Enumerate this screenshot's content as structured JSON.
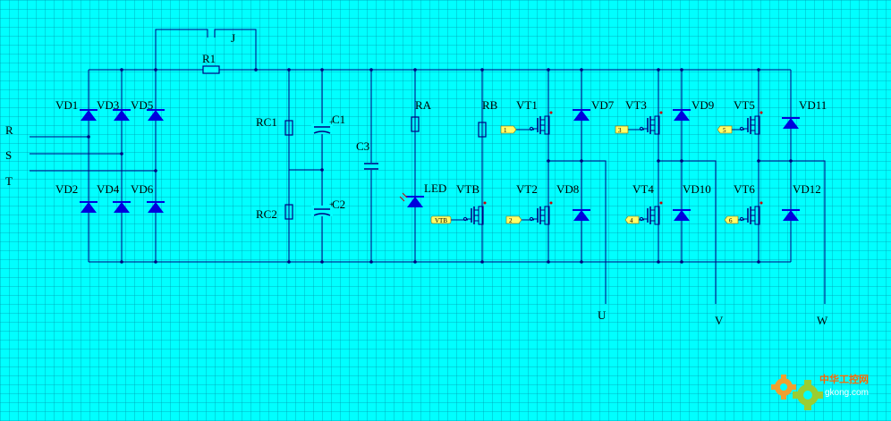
{
  "labels": {
    "R": "R",
    "S": "S",
    "T": "T",
    "R1": "R1",
    "J": "J",
    "VD1": "VD1",
    "VD2": "VD2",
    "VD3": "VD3",
    "VD4": "VD4",
    "VD5": "VD5",
    "VD6": "VD6",
    "RC1": "RC1",
    "RC2": "RC2",
    "C1": "C1",
    "C2": "C2",
    "C3": "C3",
    "RA": "RA",
    "RB": "RB",
    "LED": "LED",
    "VTB": "VTB",
    "VT1": "VT1",
    "VT2": "VT2",
    "VT3": "VT3",
    "VT4": "VT4",
    "VT5": "VT5",
    "VT6": "VT6",
    "VD7": "VD7",
    "VD8": "VD8",
    "VD9": "VD9",
    "VD10": "VD10",
    "VD11": "VD11",
    "VD12": "VD12",
    "U": "U",
    "V": "V",
    "W": "W"
  },
  "gate_tags": {
    "vtb": "VTB",
    "g1": "1",
    "g2": "2",
    "g3": "3",
    "g4": "4",
    "g5": "5",
    "g6": "6"
  },
  "watermark": {
    "brand": "中华工控网",
    "url": "gkong.com"
  },
  "colors": {
    "background": "#00ffff",
    "wire": "#000080",
    "component": "#0000dd",
    "tag_fill": "#ffff66"
  }
}
